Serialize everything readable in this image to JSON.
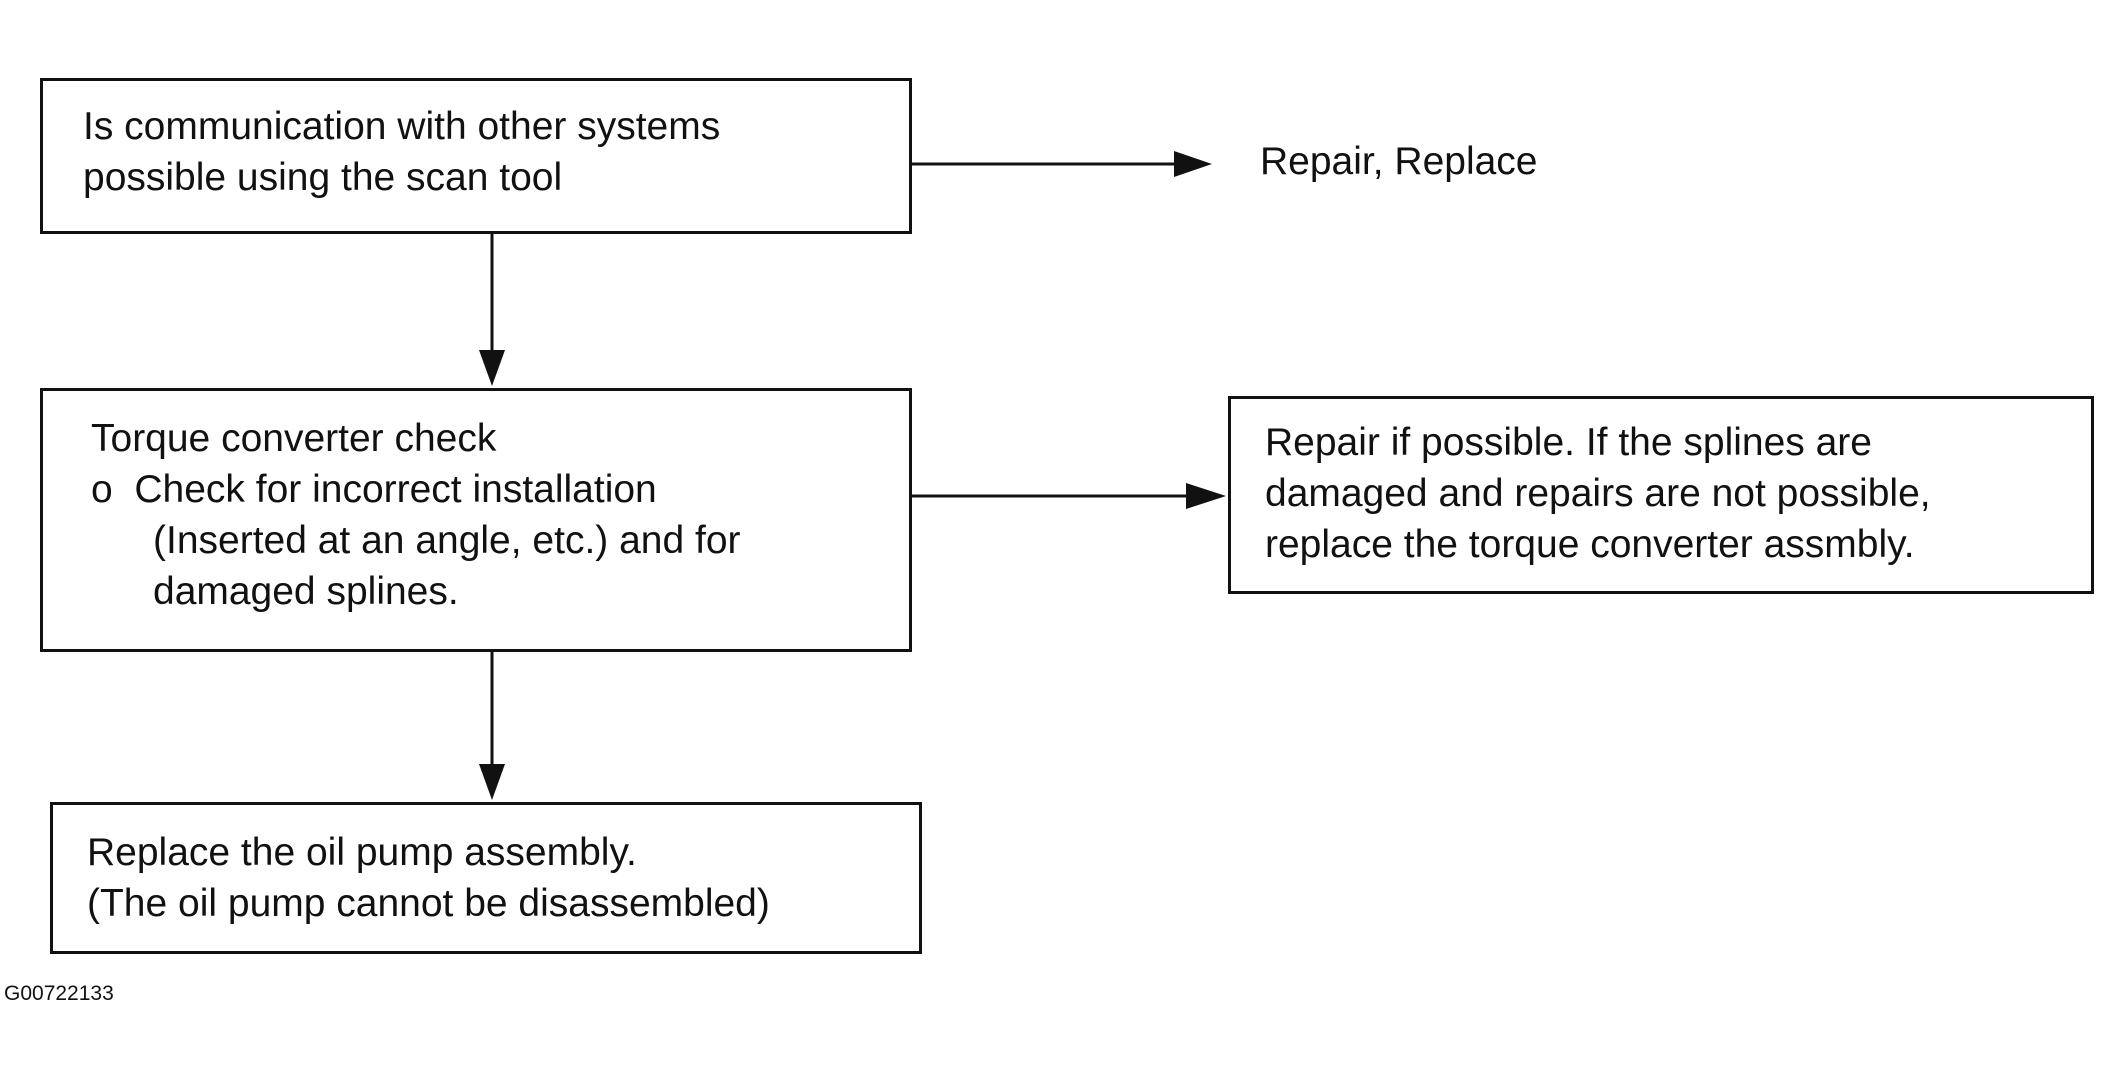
{
  "nodes": {
    "comm_check": {
      "lines": [
        "Is communication with other systems",
        "possible using the scan tool"
      ]
    },
    "repair_replace": {
      "text": "Repair, Replace"
    },
    "torque_check": {
      "lines": [
        "Torque converter check",
        "o  Check for incorrect installation",
        "(Inserted at an angle, etc.) and for",
        "damaged splines."
      ]
    },
    "splines_repair": {
      "lines": [
        "Repair if possible. If the splines are",
        "damaged and repairs are not possible,",
        "replace the torque converter assmbly."
      ]
    },
    "oil_pump": {
      "lines": [
        "Replace the oil pump assembly.",
        "(The oil pump cannot be disassembled)"
      ]
    }
  },
  "edges": [
    {
      "from": "comm_check",
      "to": "repair_replace"
    },
    {
      "from": "comm_check",
      "to": "torque_check"
    },
    {
      "from": "torque_check",
      "to": "splines_repair"
    },
    {
      "from": "torque_check",
      "to": "oil_pump"
    }
  ],
  "figure_id": "G00722133"
}
